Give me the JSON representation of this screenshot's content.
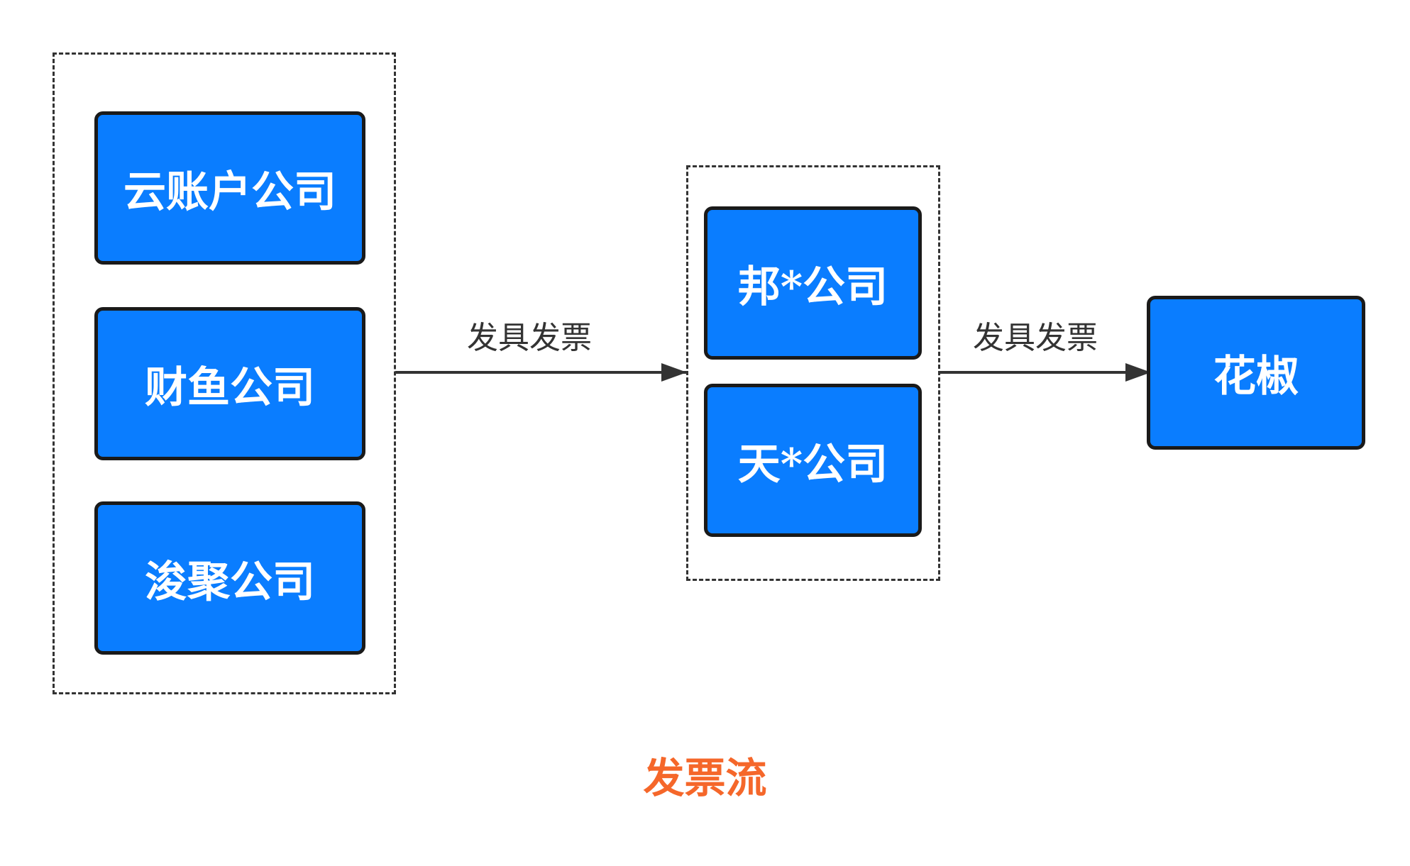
{
  "diagram": {
    "groups": [
      {
        "id": "source-group",
        "nodes": [
          "云账户公司",
          "财鱼公司",
          "浚聚公司"
        ]
      },
      {
        "id": "middle-group",
        "nodes": [
          "邦*公司",
          "天*公司"
        ]
      }
    ],
    "target_node": "花椒",
    "edges": [
      {
        "from": "source-group",
        "to": "middle-group",
        "label": "发具发票"
      },
      {
        "from": "middle-group",
        "to": "花椒",
        "label": "发具发票"
      }
    ],
    "caption": "发票流"
  },
  "colors": {
    "node_fill": "#0a7dff",
    "node_border": "#1a1a1a",
    "node_text": "#ffffff",
    "edge": "#333333",
    "caption": "#f5672a"
  }
}
